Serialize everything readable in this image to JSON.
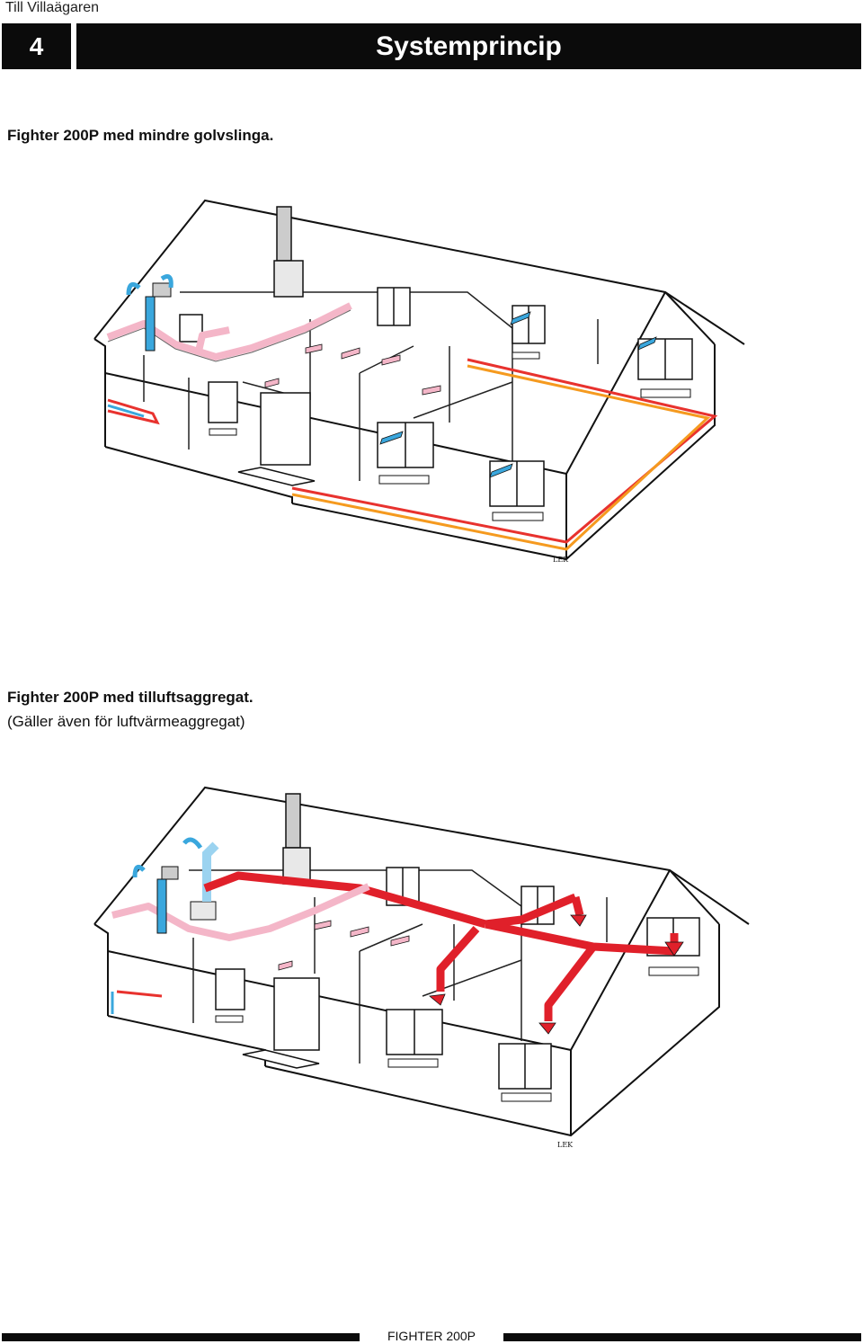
{
  "header": {
    "top_label": "Till Villaägaren",
    "page_number": "4",
    "title": "Systemprincip"
  },
  "figure1": {
    "caption": "Fighter 200P med mindre golvslinga.",
    "mark": "LEK"
  },
  "figure2": {
    "caption": "Fighter 200P med tilluftsaggregat.",
    "caption_sub": "(Gäller även för luftvärmeaggregat)",
    "mark": "LEK"
  },
  "footer": {
    "label": "FIGHTER 200P"
  },
  "colors": {
    "header_bg": "#0b0b0b",
    "exhaust_duct": "#f4b6c8",
    "supply_duct": "#e0202a",
    "fresh_air": "#3aa7dd",
    "floor_loop_red": "#e8322e",
    "floor_loop_orange": "#f59a1f"
  }
}
